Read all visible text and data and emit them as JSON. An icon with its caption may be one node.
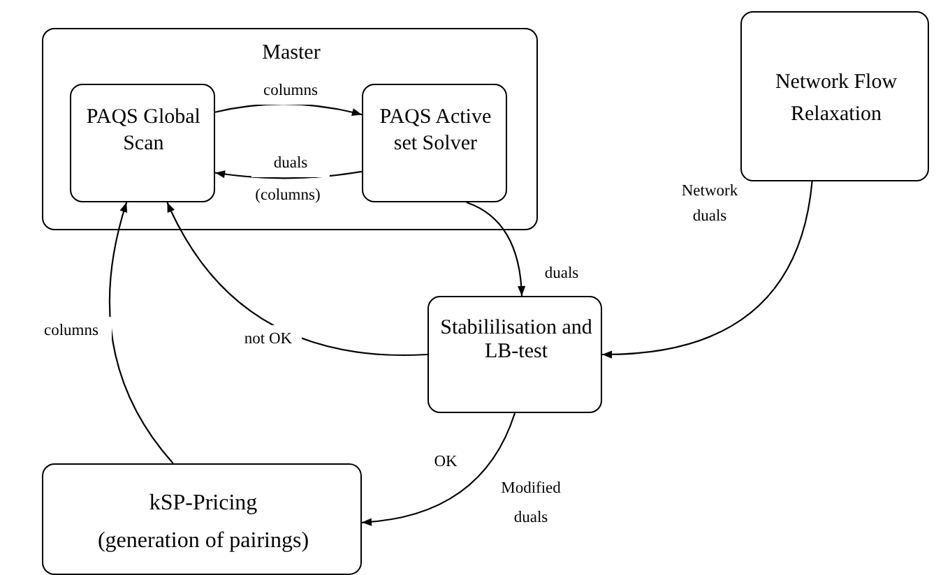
{
  "diagram": {
    "nodes": [
      {
        "text": [
          "Master"
        ]
      },
      {
        "text": [
          "PAQS Global Scan"
        ],
        "in": 0
      },
      {
        "text": [
          "PAQS Active set Solver"
        ],
        "in": 0
      },
      {
        "text": [
          "Network Flow Relaxation"
        ]
      },
      {
        "text": [
          "Stabililisation and LB-test"
        ]
      },
      {
        "text": [
          "kSP-Pricing",
          "(generation of pairings)"
        ]
      }
    ],
    "edges": [
      {
        "from": 1,
        "to": 2,
        "arrow": "to",
        "label": "columns"
      },
      {
        "from": 2,
        "to": 1,
        "arrow": "to",
        "label": "duals"
      },
      {
        "from": 2,
        "to": 4,
        "arrow": "to",
        "label": "duals"
      },
      {
        "from": 3,
        "to": 4,
        "arrow": "to",
        "label": "Network duals"
      },
      {
        "from": 4,
        "to": 1,
        "arrow": "to",
        "label": "not OK"
      },
      {
        "from": 4,
        "to": 5,
        "arrow": "to",
        "label": "OK"
      },
      {
        "from": 5,
        "to": 1,
        "arrow": "to",
        "label": "columns"
      }
    ],
    "labels": [
      "(columns)",
      "Modified duals"
    ]
  }
}
